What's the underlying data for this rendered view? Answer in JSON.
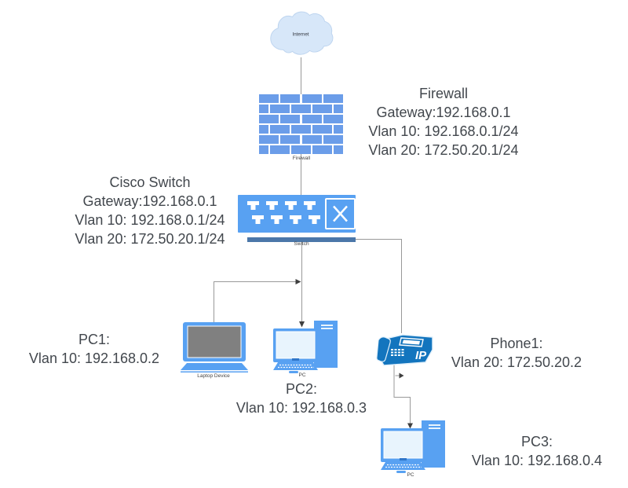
{
  "colors": {
    "canvas-bg": "#ffffff",
    "cloud-fill": "#d7e7f9",
    "cloud-stroke": "#bdd4ef",
    "brick-blue": "#6b9de9",
    "device-blue": "#58a1f2",
    "switch-bar-blue": "#4b77a9",
    "phone-blue": "#1375be",
    "laptop-screen-gray": "#808080",
    "pc-screen": "#e8f4fd",
    "text-dark": "#42474d",
    "icon-label": "#444444",
    "connector": "#999999",
    "arrow": "#3f3f3f"
  },
  "nodes": {
    "internet": {
      "label": "Internet"
    },
    "firewall": {
      "icon_label": "Firewall",
      "title": "Firewall",
      "lines": [
        "Gateway:192.168.0.1",
        "Vlan 10: 192.168.0.1/24",
        "Vlan 20: 172.50.20.1/24"
      ]
    },
    "cisco_switch": {
      "icon_label": "Switch",
      "title": "Cisco Switch",
      "lines": [
        "Gateway:192.168.0.1",
        "Vlan 10: 192.168.0.1/24",
        "Vlan 20: 172.50.20.1/24"
      ]
    },
    "pc1": {
      "icon_label": "Laptop Device",
      "title": "PC1:",
      "lines": [
        "Vlan 10: 192.168.0.2"
      ]
    },
    "pc2": {
      "icon_label": "PC",
      "title": "PC2:",
      "lines": [
        "Vlan 10: 192.168.0.3"
      ]
    },
    "phone1": {
      "icon_text": "IP",
      "title": "Phone1:",
      "lines": [
        "Vlan 20: 172.50.20.2"
      ]
    },
    "pc3": {
      "icon_label": "PC",
      "title": "PC3:",
      "lines": [
        "Vlan 10: 192.168.0.4"
      ]
    }
  }
}
